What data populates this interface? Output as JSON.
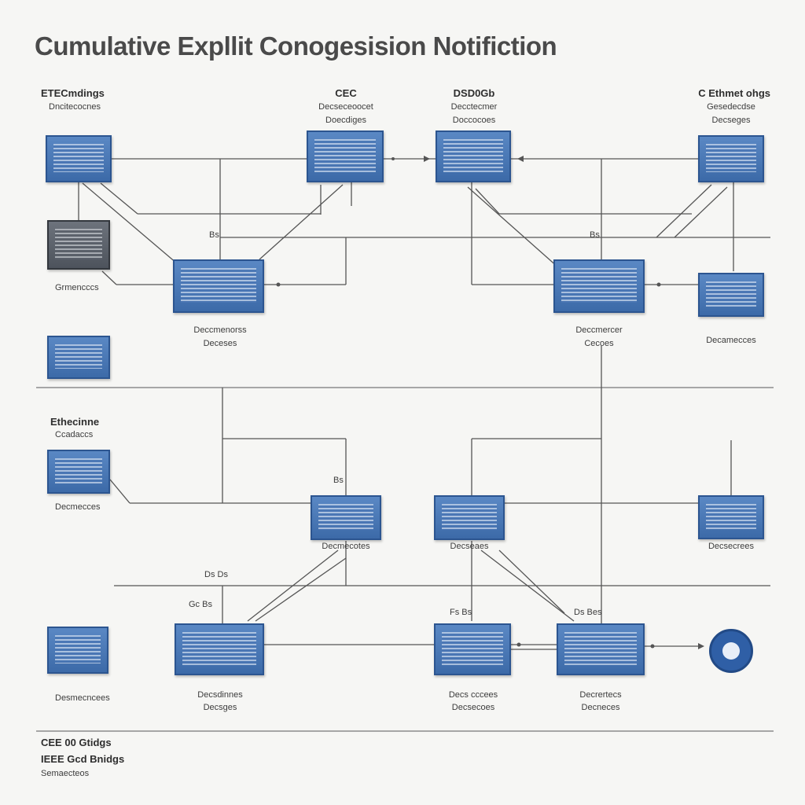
{
  "title": "Cumulative Expllit Conogesision Notifiction",
  "labels": {
    "tl_title": "ETECmdings",
    "tl_sub": "Dncitecocnes",
    "cec_title": "CEC",
    "cec_sub1": "Decseceoocet",
    "cec_sub2": "Doecdiges",
    "mid_title": "DSD0Gb",
    "mid_sub1": "Decctecmer",
    "mid_sub2": "Doccocoes",
    "tr_title": "C Ethmet ohgs",
    "tr_sub1": "Gesedecdse",
    "tr_sub2": "Decseges",
    "dark_lbl": "Grmencccs",
    "c1_lbl1": "Deccmenorss",
    "c1_lbl2": "Deceses",
    "c1_tag": "Bs",
    "c2_lbl1": "Deccmercer",
    "c2_lbl2": "Cecoes",
    "c2_tag": "Bs",
    "r1_lbl": "Decamecces",
    "eth_title": "Ethecinne",
    "eth_sub": "Ccadaccs",
    "eth_lbl": "Decmecces",
    "r3_lbl1": "Decmecotes",
    "r3_lbl2": "Decseaes",
    "r3_lbl3": "Decsecrees",
    "ann_bs": "Ds  Ds",
    "ann_b": "Bs",
    "ann_cs": "Gc  Bs",
    "ann_fs": "Fs  Bs",
    "ann_ds": "Ds  Bes",
    "r4_lbl0": "Desmecncees",
    "r4_lbl1": "Decsdinnes",
    "r4_lbl2": "Decsges",
    "r4_lbl3": "Decs cccees",
    "r4_lbl4": "Decsecoes",
    "r4_lbl5": "Decrertecs",
    "r4_lbl6": "Decneces",
    "foot_1": "CEE 00 Gtidgs",
    "foot_2": "IEEE Gcd Bnidgs",
    "foot_3": "Semaecteos"
  },
  "colors": {
    "node_blue": "#3c6aa8",
    "node_dark": "#4d535c",
    "wire": "#555555"
  }
}
